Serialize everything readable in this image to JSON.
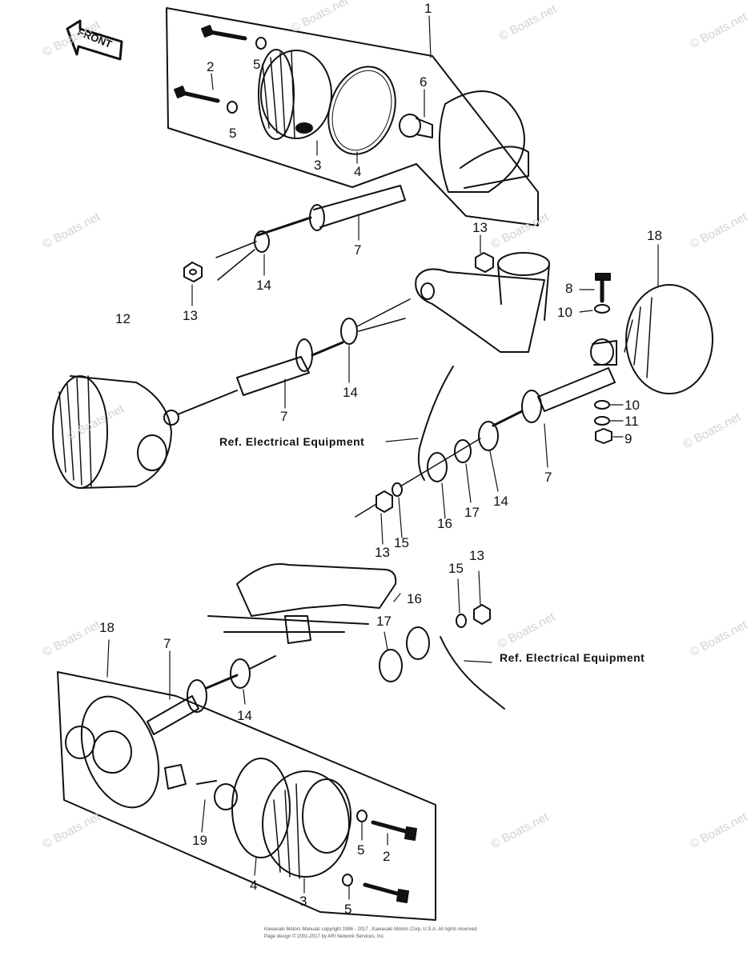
{
  "diagram": {
    "front_label": "FRONT",
    "ref_label": "Ref. Electrical Equipment",
    "watermark": "© Boats.net",
    "copyright_line1": "Kawasaki Motors Manuals copyright 1986 - 2017 , Kawasaki Motors Corp. U.S.A. All rights reserved.",
    "copyright_line2": "Page design © 2001-2017 by ARI Network Services, Inc."
  },
  "callouts": {
    "c1": "1",
    "c2a": "2",
    "c2b": "2",
    "c3a": "3",
    "c3b": "3",
    "c4a": "4",
    "c4b": "4",
    "c5a": "5",
    "c5b": "5",
    "c5c": "5",
    "c5d": "5",
    "c6": "6",
    "c7a": "7",
    "c7b": "7",
    "c7c": "7",
    "c7d": "7",
    "c8": "8",
    "c9": "9",
    "c10a": "10",
    "c10b": "10",
    "c11": "11",
    "c12": "12",
    "c13a": "13",
    "c13b": "13",
    "c13c": "13",
    "c13d": "13",
    "c14a": "14",
    "c14b": "14",
    "c14c": "14",
    "c14d": "14",
    "c15a": "15",
    "c15b": "15",
    "c16a": "16",
    "c16b": "16",
    "c17a": "17",
    "c17b": "17",
    "c18a": "18",
    "c18b": "18",
    "c19": "19"
  }
}
